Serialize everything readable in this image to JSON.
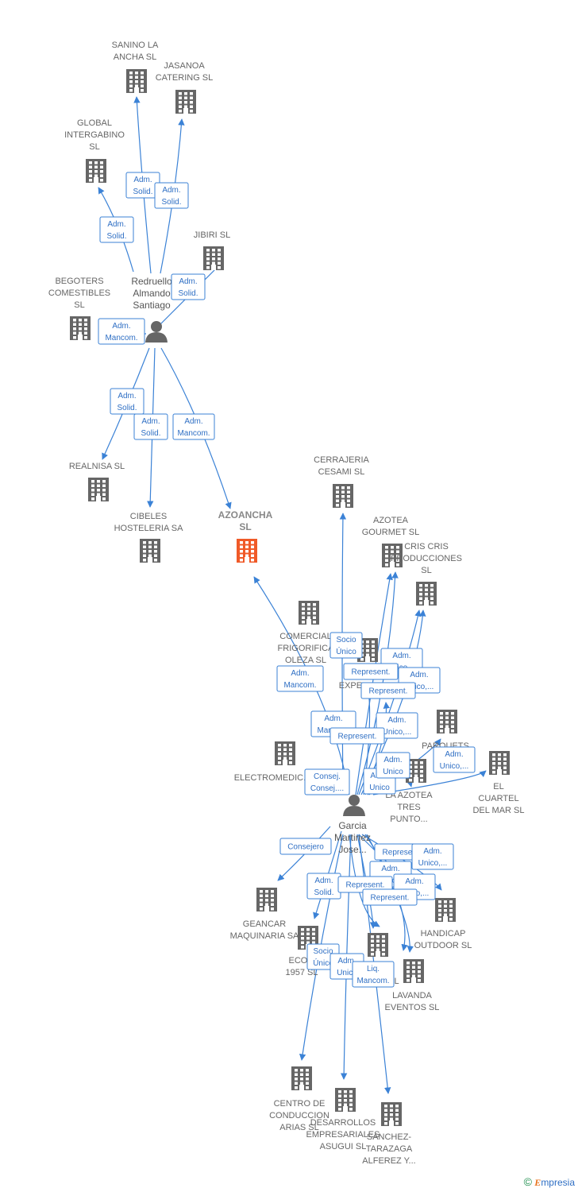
{
  "colors": {
    "edge": "#3b82d6",
    "building": "#666666",
    "highlight": "#f05a28",
    "person": "#666666"
  },
  "persons": [
    {
      "id": "redruello",
      "lines": [
        "Redruello",
        "Almando",
        "Santiago"
      ]
    },
    {
      "id": "garcia",
      "lines": [
        "Garcia",
        "Martinez",
        "Jose..."
      ]
    }
  ],
  "companies": [
    {
      "id": "sanino",
      "lines": [
        "SANINO LA",
        "ANCHA  SL"
      ]
    },
    {
      "id": "jasanoa",
      "lines": [
        "JASANOA",
        "CATERING  SL"
      ]
    },
    {
      "id": "global",
      "lines": [
        "GLOBAL",
        "INTERGABINO",
        "SL"
      ]
    },
    {
      "id": "jibiri",
      "lines": [
        "JIBIRI  SL"
      ]
    },
    {
      "id": "begoters",
      "lines": [
        "BEGOTERS",
        "COMESTIBLES",
        "SL"
      ]
    },
    {
      "id": "realnisa",
      "lines": [
        "REALNISA SL"
      ]
    },
    {
      "id": "cibeles",
      "lines": [
        "CIBELES",
        "HOSTELERIA SA"
      ]
    },
    {
      "id": "azoancha",
      "lines": [
        "AZOANCHA",
        "SL"
      ],
      "main": true
    },
    {
      "id": "cerrajeria",
      "lines": [
        "CERRAJERIA",
        "CESAMI  SL"
      ]
    },
    {
      "id": "azoteagourmet",
      "lines": [
        "AZOTEA",
        "GOURMET  SL"
      ]
    },
    {
      "id": "criscris",
      "lines": [
        "CRIS CRIS",
        "PRODUCCIONES",
        "SL"
      ]
    },
    {
      "id": "comercial",
      "lines": [
        "COMERCIAL",
        "FRIGORIFICA",
        "OLEZA SL"
      ]
    },
    {
      "id": "expe",
      "lines": [
        "EXPE..."
      ]
    },
    {
      "id": "parquets",
      "lines": [
        "PARQUETS",
        "SEC..."
      ]
    },
    {
      "id": "electromedic",
      "lines": [
        "ELECTROMEDIC..."
      ]
    },
    {
      "id": "azoteatres",
      "lines": [
        "LA AZOTEA",
        "TRES",
        "PUNTO..."
      ]
    },
    {
      "id": "cuartel",
      "lines": [
        "EL",
        "CUARTEL",
        "DEL MAR  SL"
      ]
    },
    {
      "id": "geancar",
      "lines": [
        "GEANCAR",
        "MAQUINARIA SA"
      ]
    },
    {
      "id": "handicap",
      "lines": [
        "HANDICAP",
        "OUTDOOR SL"
      ]
    },
    {
      "id": "eco",
      "lines": [
        "ECO...",
        "1957 SL"
      ]
    },
    {
      "id": "liq",
      "lines": [
        "...L"
      ]
    },
    {
      "id": "lavanda",
      "lines": [
        "LAVANDA",
        "EVENTOS SL"
      ]
    },
    {
      "id": "centro",
      "lines": [
        "CENTRO DE",
        "CONDUCCION",
        "ARIAS SL"
      ]
    },
    {
      "id": "desarrollos",
      "lines": [
        "DESARROLLOS",
        "EMPRESARIALES",
        "ASUGUI  SL"
      ]
    },
    {
      "id": "sanchez",
      "lines": [
        "SANCHEZ-",
        "TARAZAGA",
        "ALFEREZ Y..."
      ]
    }
  ],
  "edge_labels": [
    {
      "lines": [
        "Adm.",
        "Solid."
      ]
    },
    {
      "lines": [
        "Adm.",
        "Solid."
      ]
    },
    {
      "lines": [
        "Adm.",
        "Solid."
      ]
    },
    {
      "lines": [
        "Adm.",
        "Solid."
      ]
    },
    {
      "lines": [
        "Adm.",
        "Mancom."
      ]
    },
    {
      "lines": [
        "Adm.",
        "Solid."
      ]
    },
    {
      "lines": [
        "Adm.",
        "Solid."
      ]
    },
    {
      "lines": [
        "Adm.",
        "Mancom."
      ]
    },
    {
      "lines": [
        "Socio",
        "Único"
      ]
    },
    {
      "lines": [
        "Adm.",
        "Unico,..."
      ]
    },
    {
      "lines": [
        "Represent."
      ]
    },
    {
      "lines": [
        "Adm.",
        "Unico,..."
      ]
    },
    {
      "lines": [
        "Represent."
      ]
    },
    {
      "lines": [
        "Adm.",
        "Mancom."
      ]
    },
    {
      "lines": [
        "Adm.",
        "Mancom."
      ]
    },
    {
      "lines": [
        "Adm.",
        "Unico,..."
      ]
    },
    {
      "lines": [
        "Represent."
      ]
    },
    {
      "lines": [
        "Adm.",
        "Unico,..."
      ]
    },
    {
      "lines": [
        "Consej.",
        "Consej...."
      ]
    },
    {
      "lines": [
        "Adm.",
        "Unico"
      ]
    },
    {
      "lines": [
        "Adm.",
        "Unico"
      ]
    },
    {
      "lines": [
        "Consejero"
      ]
    },
    {
      "lines": [
        "Represent."
      ]
    },
    {
      "lines": [
        "Adm.",
        "Unico,..."
      ]
    },
    {
      "lines": [
        "Adm.",
        "Solid."
      ]
    },
    {
      "lines": [
        "Adm.",
        "Unico,..."
      ]
    },
    {
      "lines": [
        "Represent."
      ]
    },
    {
      "lines": [
        "Adm.",
        "Unico,..."
      ]
    },
    {
      "lines": [
        "Represent."
      ]
    },
    {
      "lines": [
        "Socio",
        "Único"
      ]
    },
    {
      "lines": [
        "Adm.",
        "Unico"
      ]
    },
    {
      "lines": [
        "Liq.",
        "Mancom."
      ]
    }
  ],
  "footer": {
    "copyright": "©",
    "brand_first": "E",
    "brand_rest": "mpresia"
  }
}
